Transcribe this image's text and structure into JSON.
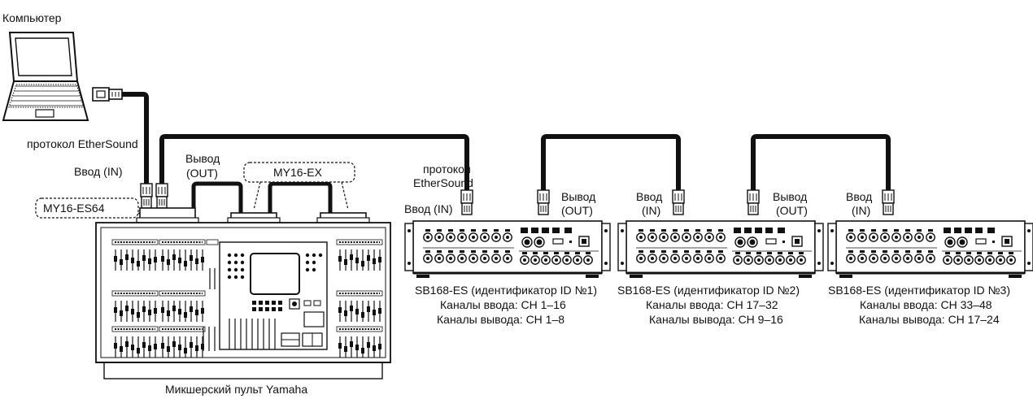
{
  "computer": {
    "label": "Компьютер"
  },
  "protocol_top": "протокол EtherSound",
  "console": {
    "in_label": "Ввод (IN)",
    "out_label_1": "Вывод",
    "out_label_2": "(OUT)",
    "card_es64": "MY16-ES64",
    "card_ex": "MY16-EX",
    "caption": "Микшерский пульт Yamaha"
  },
  "boxes": [
    {
      "protocol_1": "протокол",
      "protocol_2": "EtherSound",
      "in_label": "Ввод (IN)",
      "out_label_1": "Вывод",
      "out_label_2": "(OUT)",
      "title": "SB168-ES (идентификатор ID №1)",
      "inputs": "Каналы ввода: CH 1–16",
      "outputs": "Каналы вывода: CH 1–8"
    },
    {
      "in_label_1": "Ввод",
      "in_label_2": "(IN)",
      "out_label_1": "Вывод",
      "out_label_2": "(OUT)",
      "title": "SB168-ES (идентификатор ID №2)",
      "inputs": "Каналы ввода: CH 17–32",
      "outputs": "Каналы вывода: CH 9–16"
    },
    {
      "in_label_1": "Ввод",
      "in_label_2": "(IN)",
      "title": "SB168-ES (идентификатор ID №3)",
      "inputs": "Каналы ввода: CH 33–48",
      "outputs": "Каналы вывода: CH 17–24"
    }
  ]
}
